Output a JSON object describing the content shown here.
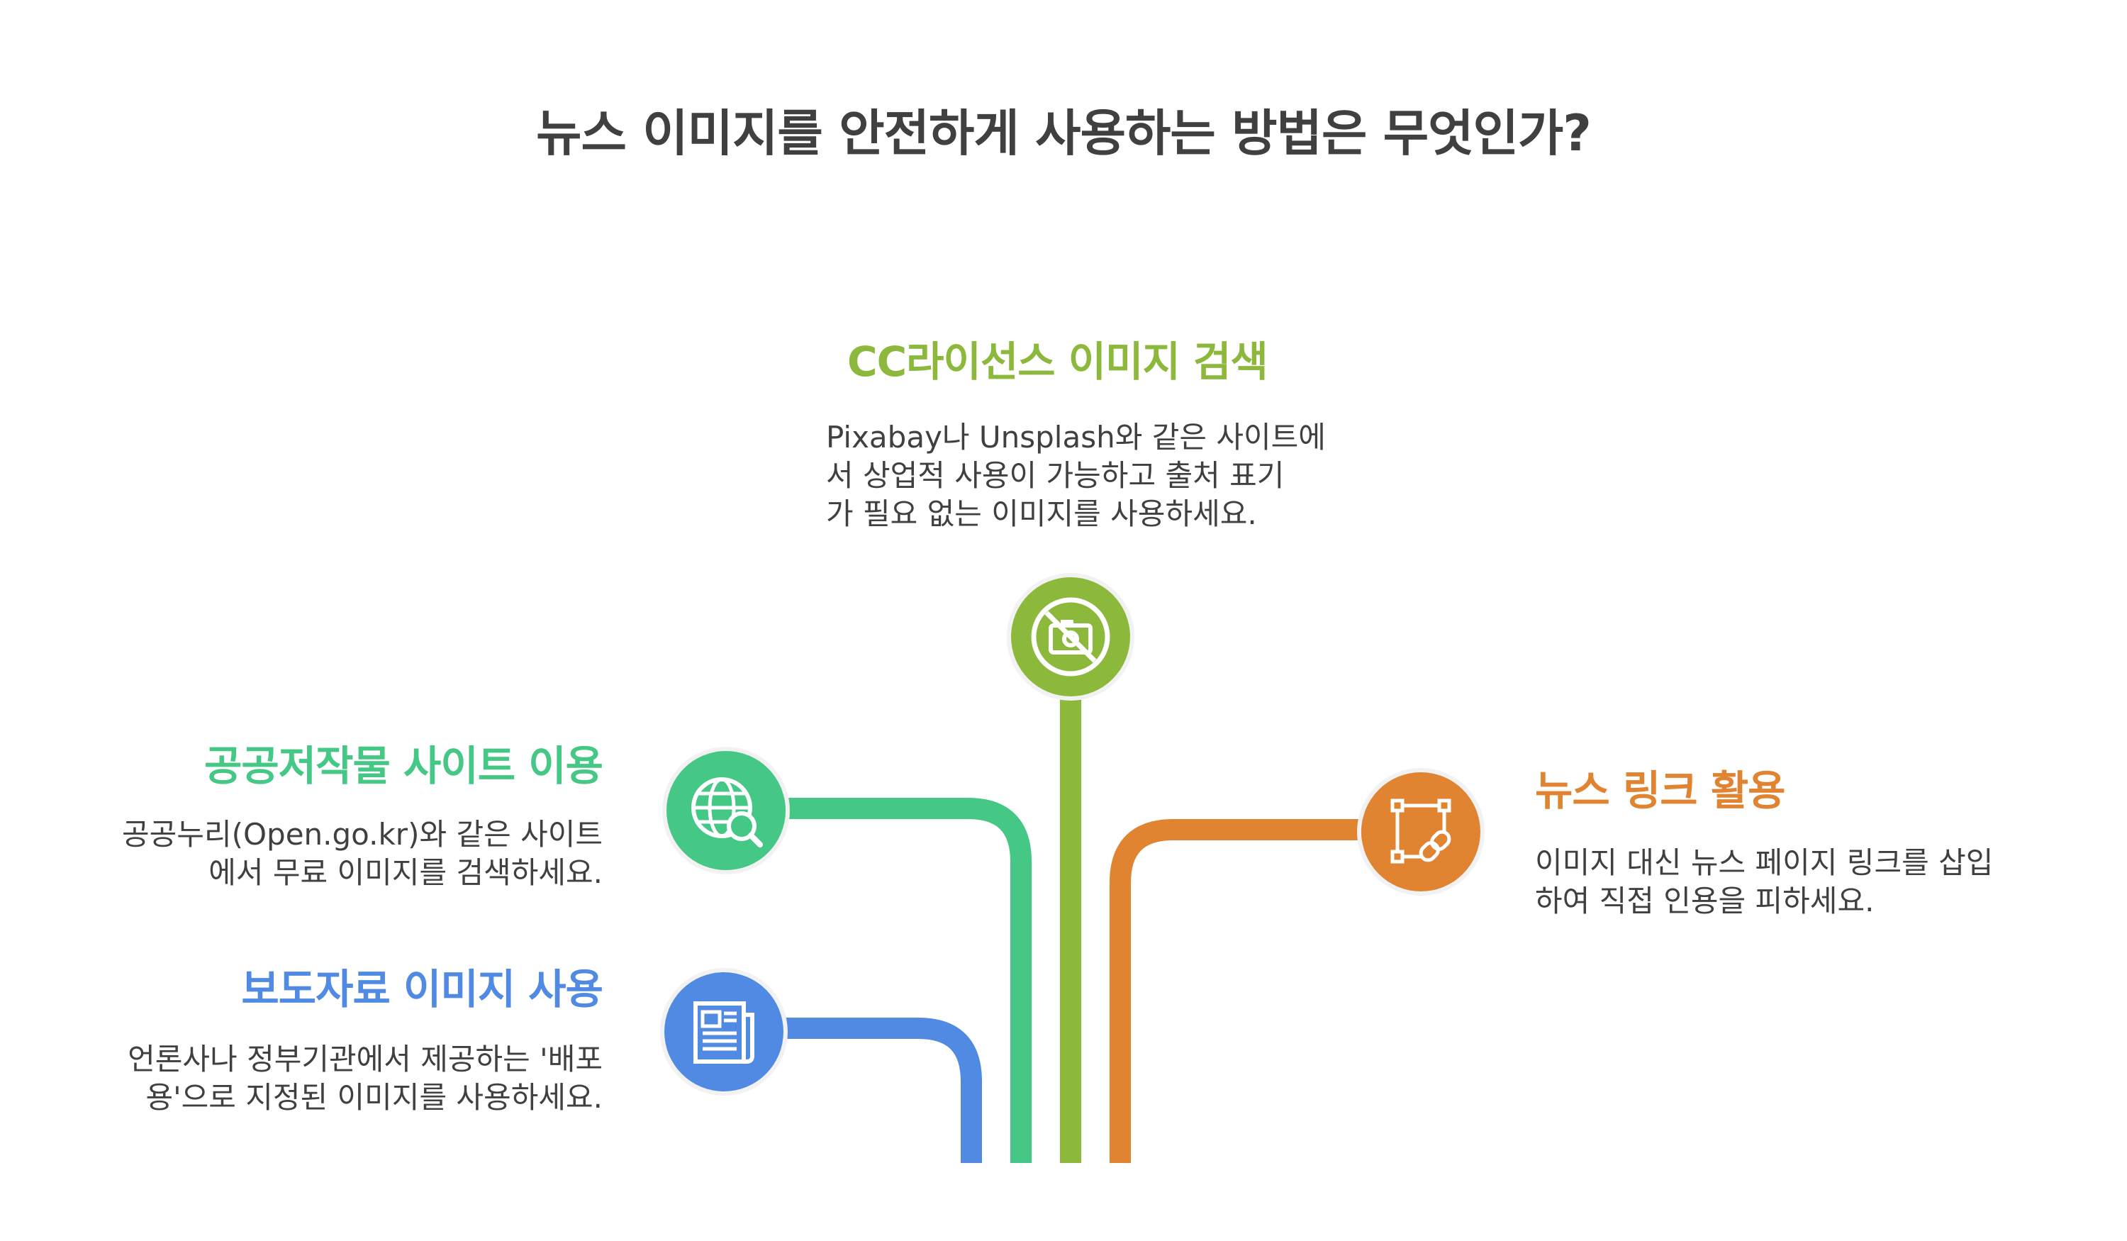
{
  "title": "뉴스 이미지를 안전하게 사용하는 방법은 무엇인가?",
  "colors": {
    "green_light": "#8cb93c",
    "green_teal": "#45c785",
    "blue": "#508ae3",
    "orange": "#e08432",
    "text": "#404040"
  },
  "branches": {
    "cc_license": {
      "title": "CC라이선스 이미지 검색",
      "description": "Pixabay나 Unsplash와 같은 사이트에\n서 상업적 사용이 가능하고 출처 표기\n가 필요 없는 이미지를 사용하세요.",
      "icon": "camera-off-icon",
      "color": "#8cb93c"
    },
    "public_works": {
      "title": "공공저작물 사이트 이용",
      "description": "공공누리(Open.go.kr)와 같은 사이트\n에서 무료 이미지를 검색하세요.",
      "icon": "globe-search-icon",
      "color": "#45c785"
    },
    "press_release": {
      "title": "보도자료 이미지 사용",
      "description": "언론사나 정부기관에서 제공하는 '배포\n용'으로 지정된 이미지를 사용하세요.",
      "icon": "newspaper-icon",
      "color": "#508ae3"
    },
    "news_link": {
      "title": "뉴스 링크 활용",
      "description": "이미지 대신 뉴스 페이지 링크를 삽입\n하여 직접 인용을 피하세요.",
      "icon": "link-frame-icon",
      "color": "#e08432"
    }
  }
}
